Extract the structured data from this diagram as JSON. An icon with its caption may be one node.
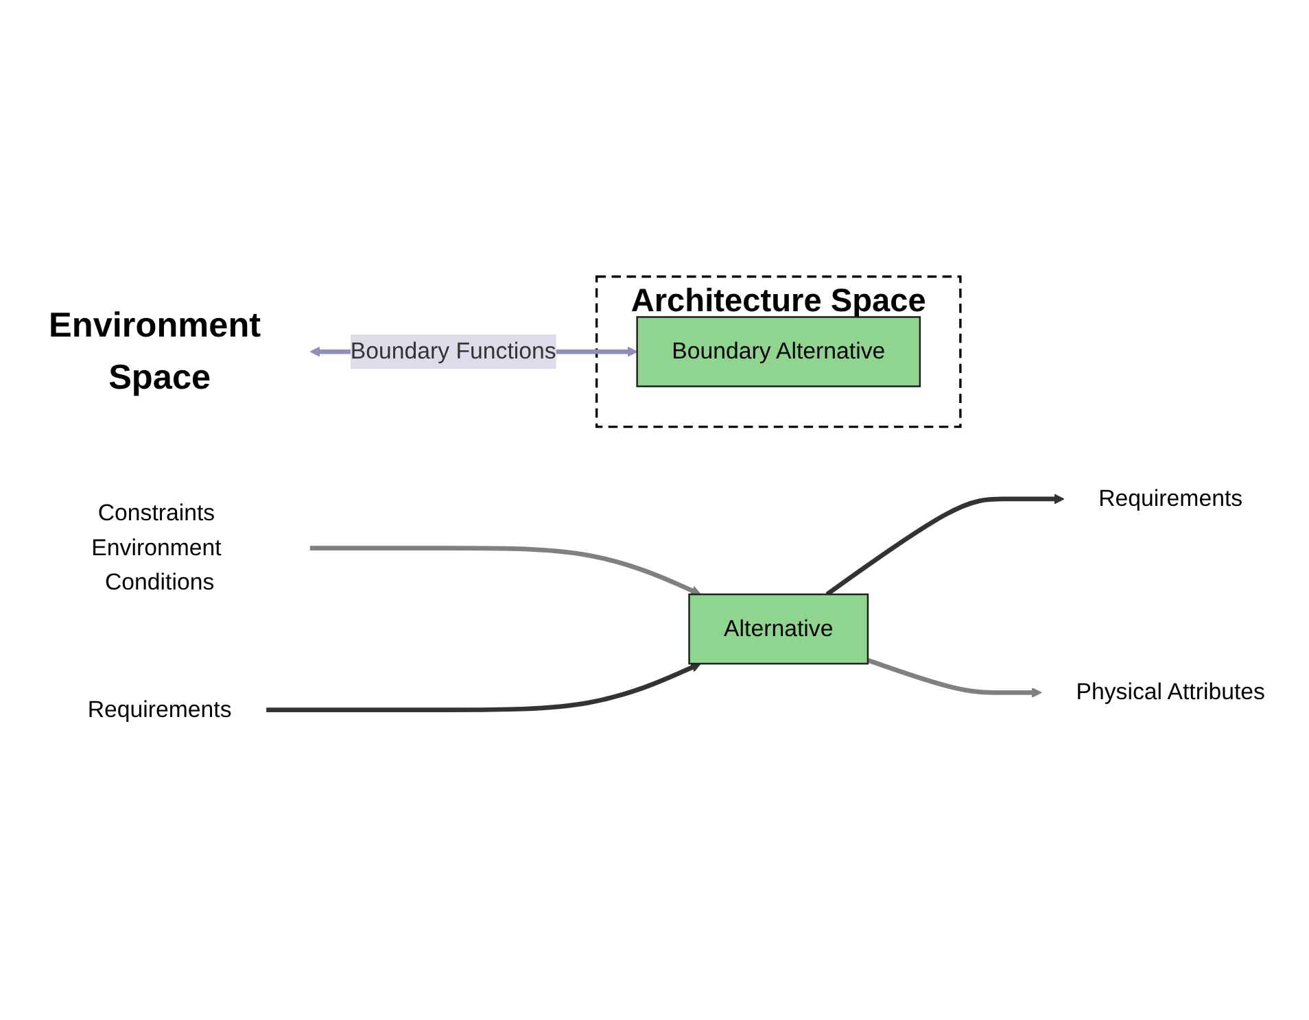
{
  "diagram": {
    "nodes": [
      {
        "text": [
          "Environment Space"
        ]
      },
      {
        "text": [
          "Architecture Space"
        ]
      },
      {
        "text": [
          "Boundary Alternative"
        ],
        "in": 1
      },
      {
        "text": [
          "Constraints Environment Conditions"
        ]
      },
      {
        "text": [
          "Requirements"
        ]
      },
      {
        "text": [
          "Alternative"
        ]
      },
      {
        "text": [
          "Requirements"
        ]
      },
      {
        "text": [
          "Physical Attributes"
        ]
      }
    ],
    "edges": [
      {
        "from": 0,
        "to": 2,
        "arrow": "both",
        "label": "Boundary Functions",
        "color": "#8f8fbf"
      },
      {
        "from": 3,
        "to": 5,
        "arrow": "to",
        "color": "#808080"
      },
      {
        "from": 4,
        "to": 5,
        "arrow": "to",
        "color": "#333333"
      },
      {
        "from": 5,
        "to": 6,
        "arrow": "to",
        "color": "#333333"
      },
      {
        "from": 5,
        "to": 7,
        "arrow": "to",
        "color": "#808080"
      }
    ]
  }
}
